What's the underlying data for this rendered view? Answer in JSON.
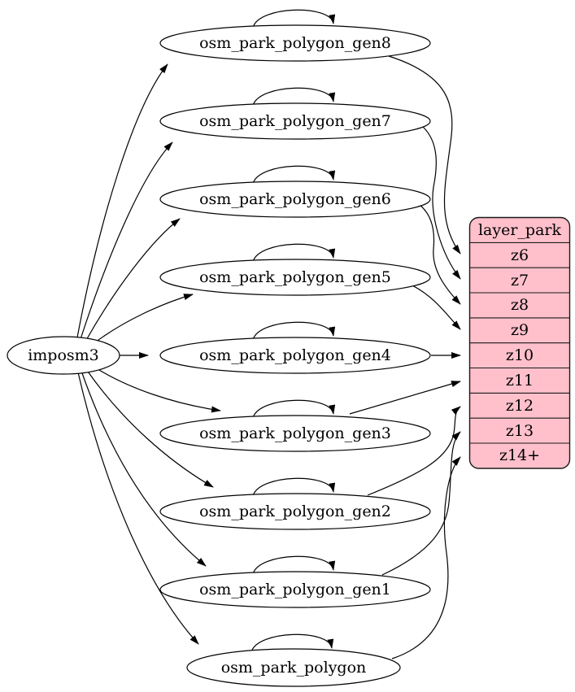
{
  "colors": {
    "layer_fill": "#ffc0cb",
    "node_fill": "#ffffff",
    "edge_stroke": "#000000",
    "text": "#000000"
  },
  "imposm3": {
    "label": "imposm3"
  },
  "generalized_tables": [
    {
      "label": "osm_park_polygon_gen8"
    },
    {
      "label": "osm_park_polygon_gen7"
    },
    {
      "label": "osm_park_polygon_gen6"
    },
    {
      "label": "osm_park_polygon_gen5"
    },
    {
      "label": "osm_park_polygon_gen4"
    },
    {
      "label": "osm_park_polygon_gen3"
    },
    {
      "label": "osm_park_polygon_gen2"
    },
    {
      "label": "osm_park_polygon_gen1"
    },
    {
      "label": "osm_park_polygon"
    }
  ],
  "layer": {
    "title": "layer_park",
    "rows": [
      "z6",
      "z7",
      "z8",
      "z9",
      "z10",
      "z11",
      "z12",
      "z13",
      "z14+"
    ]
  },
  "edges": [
    {
      "from": "imposm3",
      "to": "osm_park_polygon_gen8"
    },
    {
      "from": "imposm3",
      "to": "osm_park_polygon_gen7"
    },
    {
      "from": "imposm3",
      "to": "osm_park_polygon_gen6"
    },
    {
      "from": "imposm3",
      "to": "osm_park_polygon_gen5"
    },
    {
      "from": "imposm3",
      "to": "osm_park_polygon_gen4"
    },
    {
      "from": "imposm3",
      "to": "osm_park_polygon_gen3"
    },
    {
      "from": "imposm3",
      "to": "osm_park_polygon_gen2"
    },
    {
      "from": "imposm3",
      "to": "osm_park_polygon_gen1"
    },
    {
      "from": "imposm3",
      "to": "osm_park_polygon"
    },
    {
      "from": "osm_park_polygon_gen8",
      "to": "osm_park_polygon_gen8"
    },
    {
      "from": "osm_park_polygon_gen7",
      "to": "osm_park_polygon_gen7"
    },
    {
      "from": "osm_park_polygon_gen6",
      "to": "osm_park_polygon_gen6"
    },
    {
      "from": "osm_park_polygon_gen5",
      "to": "osm_park_polygon_gen5"
    },
    {
      "from": "osm_park_polygon_gen4",
      "to": "osm_park_polygon_gen4"
    },
    {
      "from": "osm_park_polygon_gen3",
      "to": "osm_park_polygon_gen3"
    },
    {
      "from": "osm_park_polygon_gen2",
      "to": "osm_park_polygon_gen2"
    },
    {
      "from": "osm_park_polygon_gen1",
      "to": "osm_park_polygon_gen1"
    },
    {
      "from": "osm_park_polygon",
      "to": "osm_park_polygon"
    },
    {
      "from": "osm_park_polygon_gen8",
      "to": "layer_park",
      "row": "z6"
    },
    {
      "from": "osm_park_polygon_gen7",
      "to": "layer_park",
      "row": "z7"
    },
    {
      "from": "osm_park_polygon_gen6",
      "to": "layer_park",
      "row": "z8"
    },
    {
      "from": "osm_park_polygon_gen5",
      "to": "layer_park",
      "row": "z9"
    },
    {
      "from": "osm_park_polygon_gen4",
      "to": "layer_park",
      "row": "z10"
    },
    {
      "from": "osm_park_polygon_gen3",
      "to": "layer_park",
      "row": "z11"
    },
    {
      "from": "osm_park_polygon_gen2",
      "to": "layer_park",
      "row": "z12"
    },
    {
      "from": "osm_park_polygon_gen1",
      "to": "layer_park",
      "row": "z13"
    },
    {
      "from": "osm_park_polygon",
      "to": "layer_park",
      "row": "z14+"
    }
  ]
}
